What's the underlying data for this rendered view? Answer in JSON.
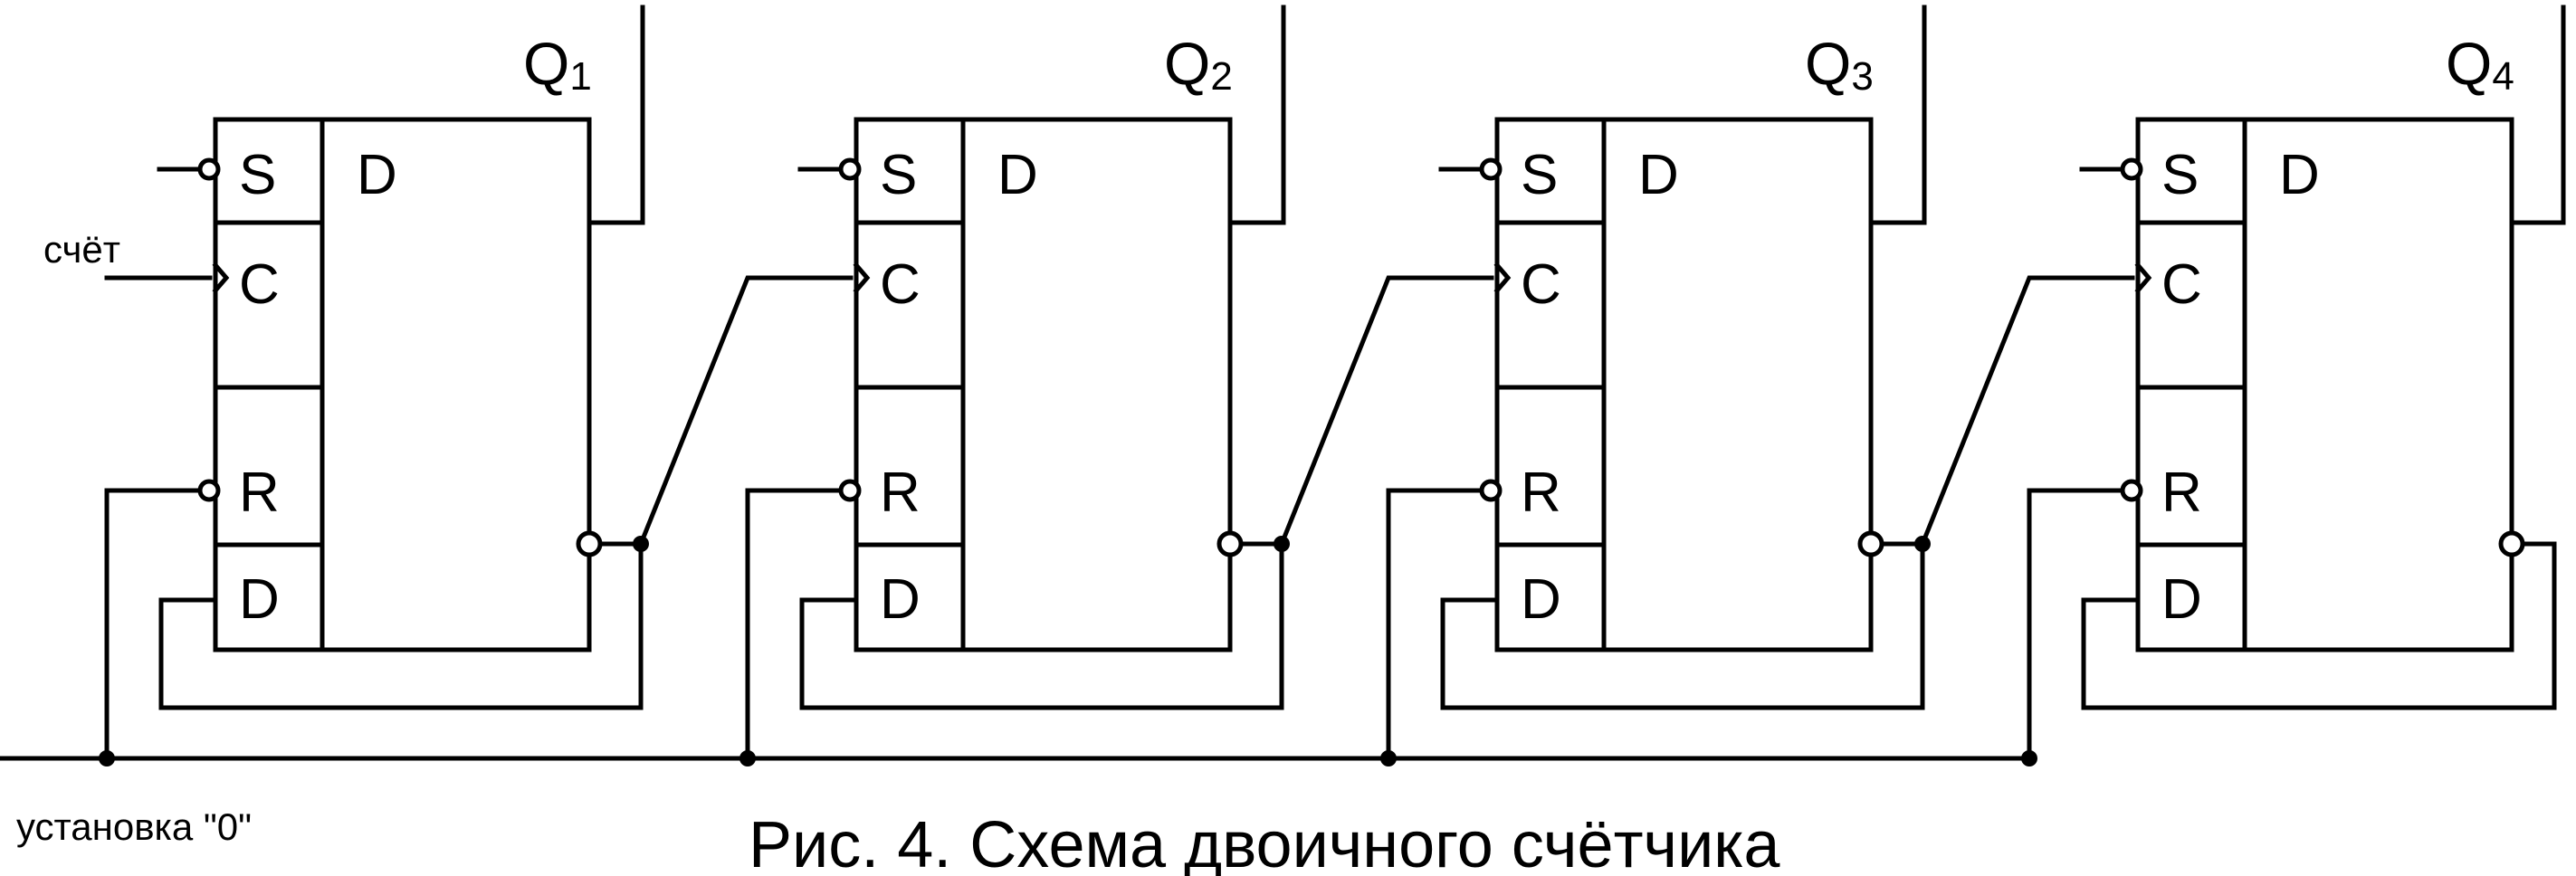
{
  "diagram": {
    "caption": "Рис. 4. Схема двоичного счётчика",
    "inputs": {
      "count_label": "счёт",
      "reset_label": "установка \"0\""
    },
    "flipflop": {
      "type_label": "D",
      "pins": {
        "S": "S",
        "C": "C",
        "R": "R",
        "D": "D"
      }
    },
    "stages": [
      {
        "q": "Q",
        "sub": "1"
      },
      {
        "q": "Q",
        "sub": "2"
      },
      {
        "q": "Q",
        "sub": "3"
      },
      {
        "q": "Q",
        "sub": "4"
      }
    ]
  }
}
